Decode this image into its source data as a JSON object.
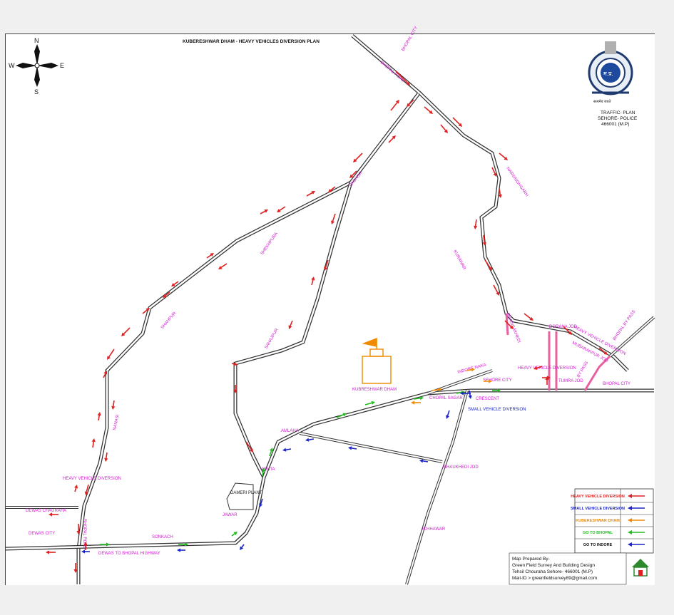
{
  "title": "KUBERESHWAR DHAM - HEAVY VEHICLES DIVERSION PLAN",
  "compass": {
    "n": "N",
    "s": "S",
    "e": "E",
    "w": "W"
  },
  "police": {
    "motto": "सत्यमेव जयते",
    "emblem_text": "म.प्र.",
    "lines": [
      "TRAFFIC- PLAN",
      "SEHORE- POLICE",
      "466001 (M.P)"
    ]
  },
  "places": {
    "bhopal_city_top": "BHOPAL CITY",
    "bhopal_road": "BHOPAL ROAD",
    "pachor": "PACHOR",
    "shekhpura": "SHEKHPURA",
    "kurawar": "KURAWAR",
    "narsinghgarh": "NARSINGHGARH",
    "bhainsakhedi": "BHAINSAKHEDI",
    "shahpur": "SHAHPUR",
    "sahajpur": "SAHAJPUR",
    "nanasi": "NANASI",
    "heavy_div_left": "HEAVY VEHICLE DIVERSION",
    "dewas_chauraha": "DEWAS CHAURAHA",
    "dewas_city": "DEWAS CITY",
    "bhopal_road_left": "BHOPAL ROAD",
    "sonkach": "SONKACH",
    "dewas_bhopal_hwy": "DEWAS TO BHOPAL HIGHWAY",
    "jawar": "JAWAR",
    "dameri_plant": "DAMERI PLANT",
    "ashta": "ASHTA",
    "amlaha": "AMLAHA",
    "kubereshwar_dham": "KUBRESHWAR DHAM",
    "indore_naka": "INDORE NAKA",
    "sehore_city": "SEHORE CITY",
    "chopal_sagar": "CHOPAL SAGAR",
    "crescent": "CRESCENT",
    "small_vehicle_div": "SMALL VEHICLE DIVERSION",
    "bhaukhedi_jod": "BHAUKHEDI JOD",
    "ichhawar": "ICHHAWAR",
    "heavy_div_right": "HEAVY VEHICLE DIVERSION",
    "tumra_jod": "TUMRA JOD",
    "dorana_jod": "DORANA JOD",
    "heavy_div_dorana": "HEAVY VEHICLE DIVERSION",
    "mubarakpur_jod": "MUBARAKPUR JOD",
    "bhopal_bypass": "BHOPAL BY PASS",
    "bhopal_city_right": "BHOPAL CITY",
    "bypass_small": "BY PASS"
  },
  "legend": [
    {
      "label": "HEAVY VEHICLE DIVERSION",
      "color": "#e02020"
    },
    {
      "label": "SMALL VEHICLE DIVERSION",
      "color": "#1a24c8"
    },
    {
      "label": "KUBERESHWAR DHAM",
      "color": "#f08a00"
    },
    {
      "label": "GO TO BHOPAL",
      "color": "#22bb22"
    },
    {
      "label": "GO TO INDORE",
      "color": "#1a24c8"
    }
  ],
  "credit": [
    "Map Prepared By-",
    "Green Field Survey And Building Design",
    "Tehsil Chouraha Sehore- 466001 (M.P)",
    "Mail-ID > greenfieldsurvey89@gmail.com"
  ],
  "colors": {
    "heavy": "#e02020",
    "small": "#1a24c8",
    "dham": "#f08a00",
    "bhopal": "#22bb22",
    "label": "#d21bd2",
    "road": "#3a3a3a"
  }
}
